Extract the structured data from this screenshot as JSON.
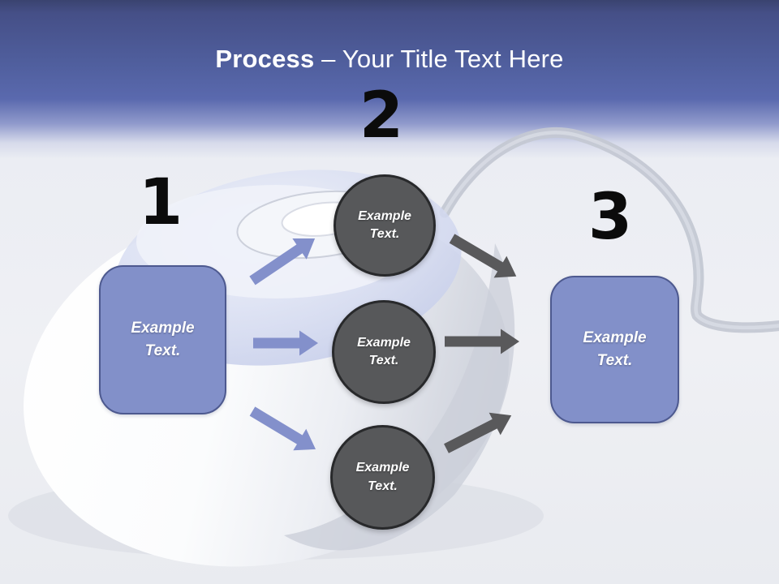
{
  "slide": {
    "title": {
      "bold": "Process",
      "rest": "– Your Title Text Here"
    },
    "numbers": [
      "1",
      "2",
      "3"
    ],
    "left_box": {
      "label": "Example Text."
    },
    "right_box": {
      "label": "Example Text."
    },
    "circles": [
      {
        "label": "Example Text."
      },
      {
        "label": "Example Text."
      },
      {
        "label": "Example Text."
      }
    ],
    "colors": {
      "header_blue_top": "#3a436f",
      "header_blue": "#5a69ae",
      "title_text": "#ffffff",
      "box_fill": "#8290c9",
      "box_border": "#4d598f",
      "circle_fill": "#57585a",
      "circle_border": "#28292b",
      "arrow_blue": "#8390cb",
      "arrow_gray": "#59595b",
      "number_color": "#0b0b0b",
      "shape_text": "#ffffff"
    }
  }
}
